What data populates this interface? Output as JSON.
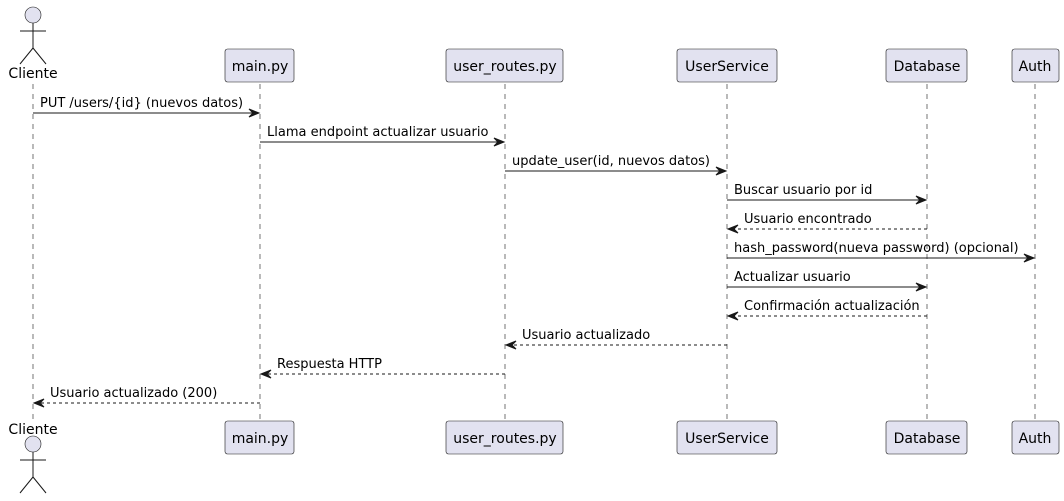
{
  "participants": [
    {
      "id": "cliente",
      "label": "Cliente",
      "kind": "actor"
    },
    {
      "id": "main",
      "label": "main.py",
      "kind": "participant"
    },
    {
      "id": "routes",
      "label": "user_routes.py",
      "kind": "participant"
    },
    {
      "id": "service",
      "label": "UserService",
      "kind": "participant"
    },
    {
      "id": "database",
      "label": "Database",
      "kind": "participant"
    },
    {
      "id": "auth",
      "label": "Auth",
      "kind": "participant"
    }
  ],
  "messages": [
    {
      "from": "cliente",
      "to": "main",
      "label": "PUT /users/{id} (nuevos datos)",
      "style": "solid"
    },
    {
      "from": "main",
      "to": "routes",
      "label": "Llama endpoint actualizar usuario",
      "style": "solid"
    },
    {
      "from": "routes",
      "to": "service",
      "label": "update_user(id, nuevos datos)",
      "style": "solid"
    },
    {
      "from": "service",
      "to": "database",
      "label": "Buscar usuario por id",
      "style": "solid"
    },
    {
      "from": "database",
      "to": "service",
      "label": "Usuario encontrado",
      "style": "dashed"
    },
    {
      "from": "service",
      "to": "auth",
      "label": "hash_password(nueva password) (opcional)",
      "style": "solid"
    },
    {
      "from": "service",
      "to": "database",
      "label": "Actualizar usuario",
      "style": "solid"
    },
    {
      "from": "database",
      "to": "service",
      "label": "Confirmación actualización",
      "style": "dashed"
    },
    {
      "from": "service",
      "to": "routes",
      "label": "Usuario actualizado",
      "style": "dashed"
    },
    {
      "from": "routes",
      "to": "main",
      "label": "Respuesta HTTP",
      "style": "dashed"
    },
    {
      "from": "main",
      "to": "cliente",
      "label": "Usuario actualizado (200)",
      "style": "dashed"
    }
  ],
  "colors": {
    "participant_fill": "#e2e2f0",
    "stroke": "#181818",
    "text": "#000000",
    "background": "#ffffff"
  }
}
